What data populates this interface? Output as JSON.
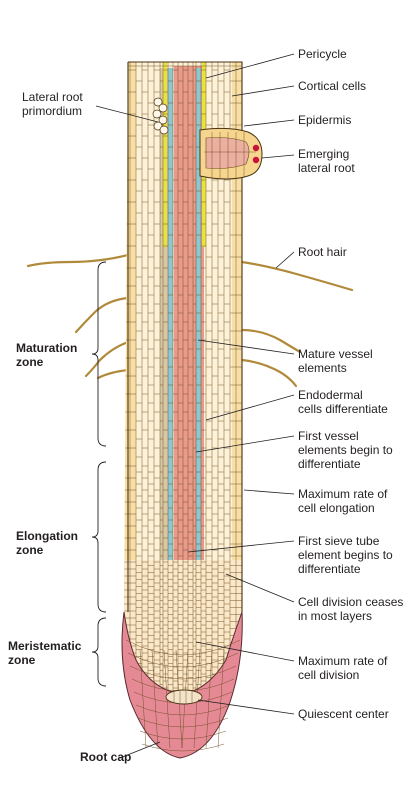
{
  "colors": {
    "cortex_fill": "#fdf2d8",
    "epidermis_fill": "#f7dfa6",
    "stele_fill": "#e99a8b",
    "vessel_blue": "#8cc7d2",
    "pericycle_yellow": "#e8e33b",
    "root_cap_fill": "#e58a95",
    "meristem_fill": "#fbe8c8",
    "hair_color": "#c49b4c",
    "tan_column": "#d8c9a6",
    "primordium_dot": "#c8123a"
  },
  "right_labels": [
    {
      "id": "pericycle",
      "lines": [
        "Pericycle"
      ]
    },
    {
      "id": "cortical",
      "lines": [
        "Cortical cells"
      ]
    },
    {
      "id": "epidermis",
      "lines": [
        "Epidermis"
      ]
    },
    {
      "id": "emerging",
      "lines": [
        "Emerging",
        "lateral root"
      ]
    },
    {
      "id": "roothair",
      "lines": [
        "Root hair"
      ]
    },
    {
      "id": "vessel",
      "lines": [
        "Mature vessel",
        "elements"
      ]
    },
    {
      "id": "endodermal",
      "lines": [
        "Endodermal",
        "cells differentiate"
      ]
    },
    {
      "id": "firstvessel",
      "lines": [
        "First vessel",
        "elements begin to",
        "differentiate"
      ]
    },
    {
      "id": "maxelong",
      "lines": [
        "Maximum rate of",
        "cell elongation"
      ]
    },
    {
      "id": "sieve",
      "lines": [
        "First sieve tube",
        "element begins to",
        "differentiate"
      ]
    },
    {
      "id": "ceases",
      "lines": [
        "Cell division ceases",
        "in most layers"
      ]
    },
    {
      "id": "maxdiv",
      "lines": [
        "Maximum rate of",
        "cell division"
      ]
    },
    {
      "id": "quiescent",
      "lines": [
        "Quiescent center"
      ]
    }
  ],
  "left_labels": [
    {
      "id": "primordium",
      "lines": [
        "Lateral root",
        "primordium"
      ]
    },
    {
      "id": "rootcap",
      "lines": [
        "Root cap"
      ]
    }
  ],
  "zones": [
    {
      "id": "maturation",
      "lines": [
        "Maturation",
        "zone"
      ]
    },
    {
      "id": "elongation",
      "lines": [
        "Elongation",
        "zone"
      ]
    },
    {
      "id": "meristematic",
      "lines": [
        "Meristematic",
        "zone"
      ]
    }
  ]
}
